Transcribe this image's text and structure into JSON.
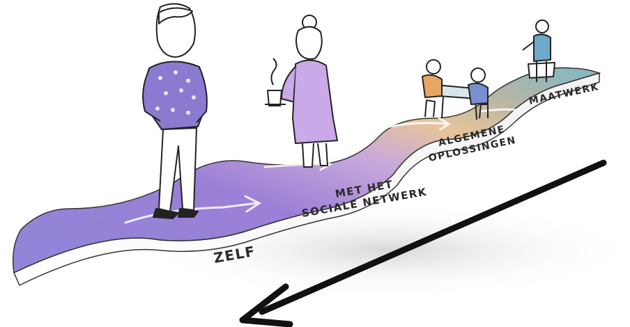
{
  "steps": {
    "zelf": "ZELF",
    "sociaal_line1": "MET HET",
    "sociaal_line2": "SOCIALE NETWERK",
    "algemeen_line1": "ALGEMENE",
    "algemeen_line2": "OPLOSSINGEN",
    "maatwerk": "MAATWERK"
  },
  "colors": {
    "path_violet": "#8f7fd6",
    "path_lilac": "#b49bd9",
    "path_peach": "#e8c090",
    "path_teal": "#7fb7c7",
    "sweater_purple": "#8c7ad0",
    "dress_lilac": "#c9a9e8",
    "arrow": "#111111"
  },
  "icons": [
    "standing-man-icon",
    "woman-with-coffee-icon",
    "two-people-at-table-icon",
    "person-at-counter-icon",
    "downward-arrow-icon"
  ]
}
